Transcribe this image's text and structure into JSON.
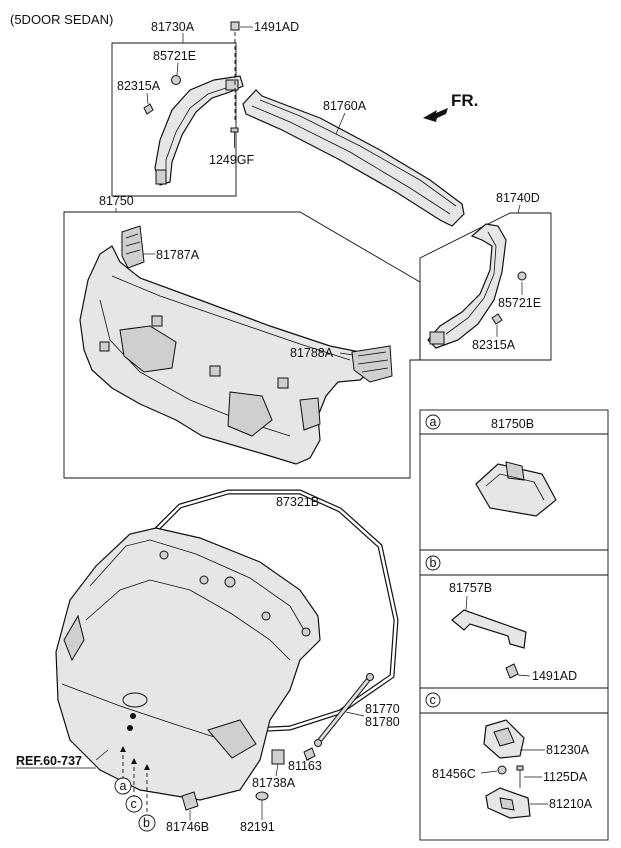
{
  "header": {
    "variant": "(5DOOR SEDAN)"
  },
  "arrow": {
    "label": "FR."
  },
  "labels": {
    "p81730A": "81730A",
    "p1491AD_top": "1491AD",
    "p85721E_top": "85721E",
    "p82315A_top": "82315A",
    "p1249GF": "1249GF",
    "p81760A": "81760A",
    "p81740D": "81740D",
    "p85721E_right": "85721E",
    "p82315A_right": "82315A",
    "p81750": "81750",
    "p81787A": "81787A",
    "p81788A": "81788A",
    "p87321B": "87321B",
    "p81770": "81770",
    "p81780": "81780",
    "p81163": "81163",
    "p81738A": "81738A",
    "p82191": "82191",
    "p81746B": "81746B",
    "ref": "REF.60-737"
  },
  "callouts": {
    "a": "a",
    "b": "b",
    "c": "c"
  },
  "panels": {
    "a": {
      "letter": "a",
      "part": "81750B"
    },
    "b": {
      "letter": "b",
      "part": "81757B",
      "sub": "1491AD"
    },
    "c": {
      "letter": "c",
      "p1": "81230A",
      "p2": "81456C",
      "p3": "1125DA",
      "p4": "81210A"
    }
  }
}
